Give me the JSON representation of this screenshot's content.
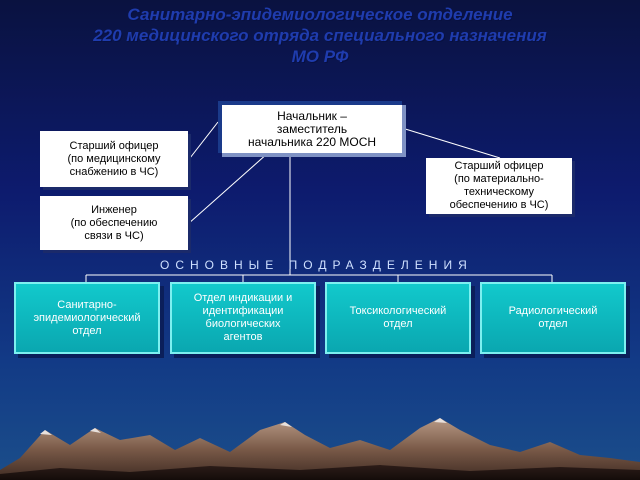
{
  "title": {
    "line1": "Санитарно-эпидемиологическое отделение",
    "line2": "220 медицинского отряда специального назначения",
    "line3": "МО РФ"
  },
  "chief": "Начальник –\nзаместитель\nначальника 220 МОСН",
  "officers": {
    "medical_supply": "Старший офицер\n(по медицинскому\nснабжению в ЧС)",
    "engineer": "Инженер\n(по обеспечению\nсвязи в ЧС)",
    "logistics": "Старший офицер\n(по материально-\nтехническому\nобеспечению в ЧС)"
  },
  "units_heading": "ОСНОВНЫЕ ПОДРАЗДЕЛЕНИЯ",
  "units": [
    "Санитарно-\nэпидемиологический\nотдел",
    "Отдел индикации и\nидентификации\nбиологических\nагентов",
    "Токсикологический\nотдел",
    "Радиологический\nотдел"
  ],
  "colors": {
    "title": "#1f3cae",
    "unit_fill": "#12c9cc",
    "connector": "#ffffff"
  }
}
